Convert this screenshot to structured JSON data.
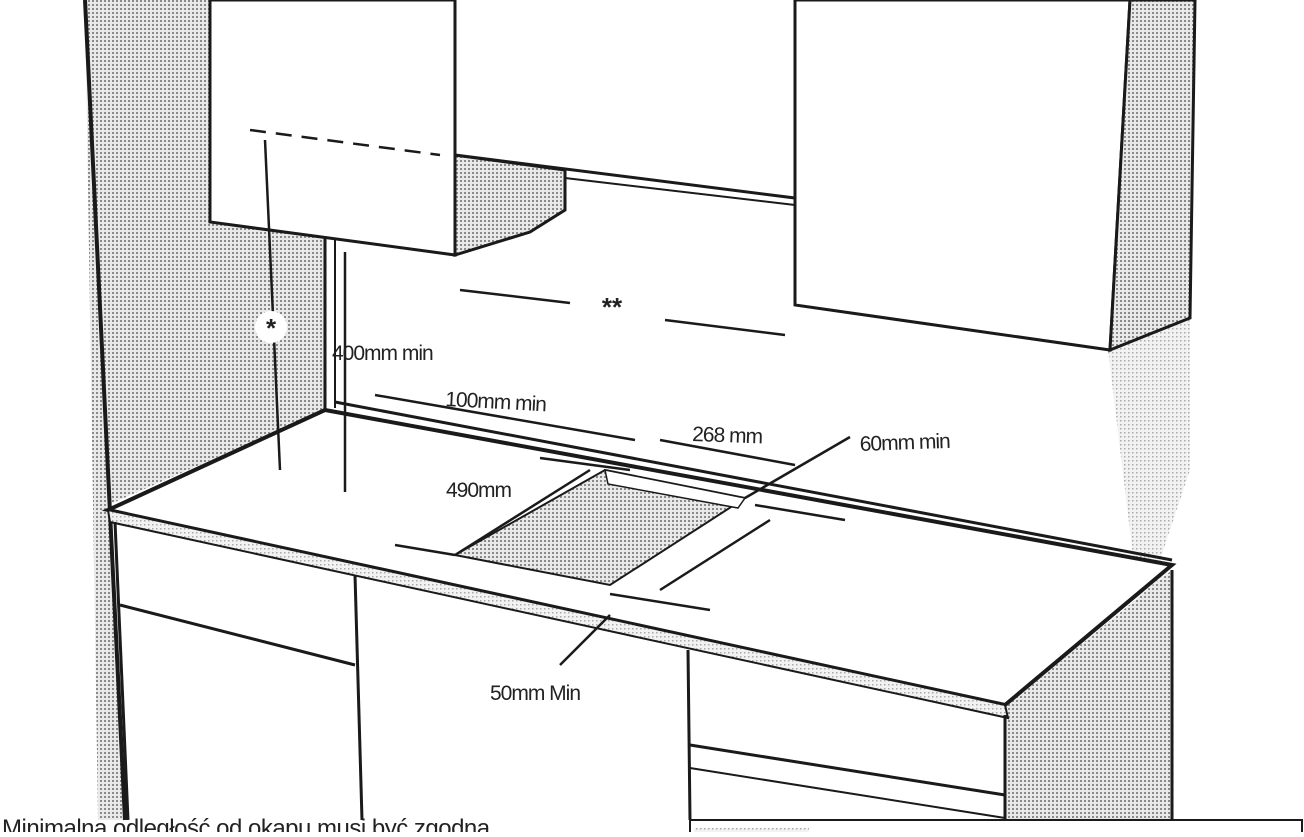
{
  "diagram": {
    "labels": {
      "height_star": "*",
      "width_double_star": "**",
      "clearance_vertical": "400mm min",
      "clearance_back": "100mm min",
      "cutout_width": "268 mm",
      "clearance_side": "60mm min",
      "cutout_depth": "490mm",
      "clearance_front": "50mm Min"
    },
    "footnote": "Minimalna odległość od okapu musi być zgodna"
  }
}
